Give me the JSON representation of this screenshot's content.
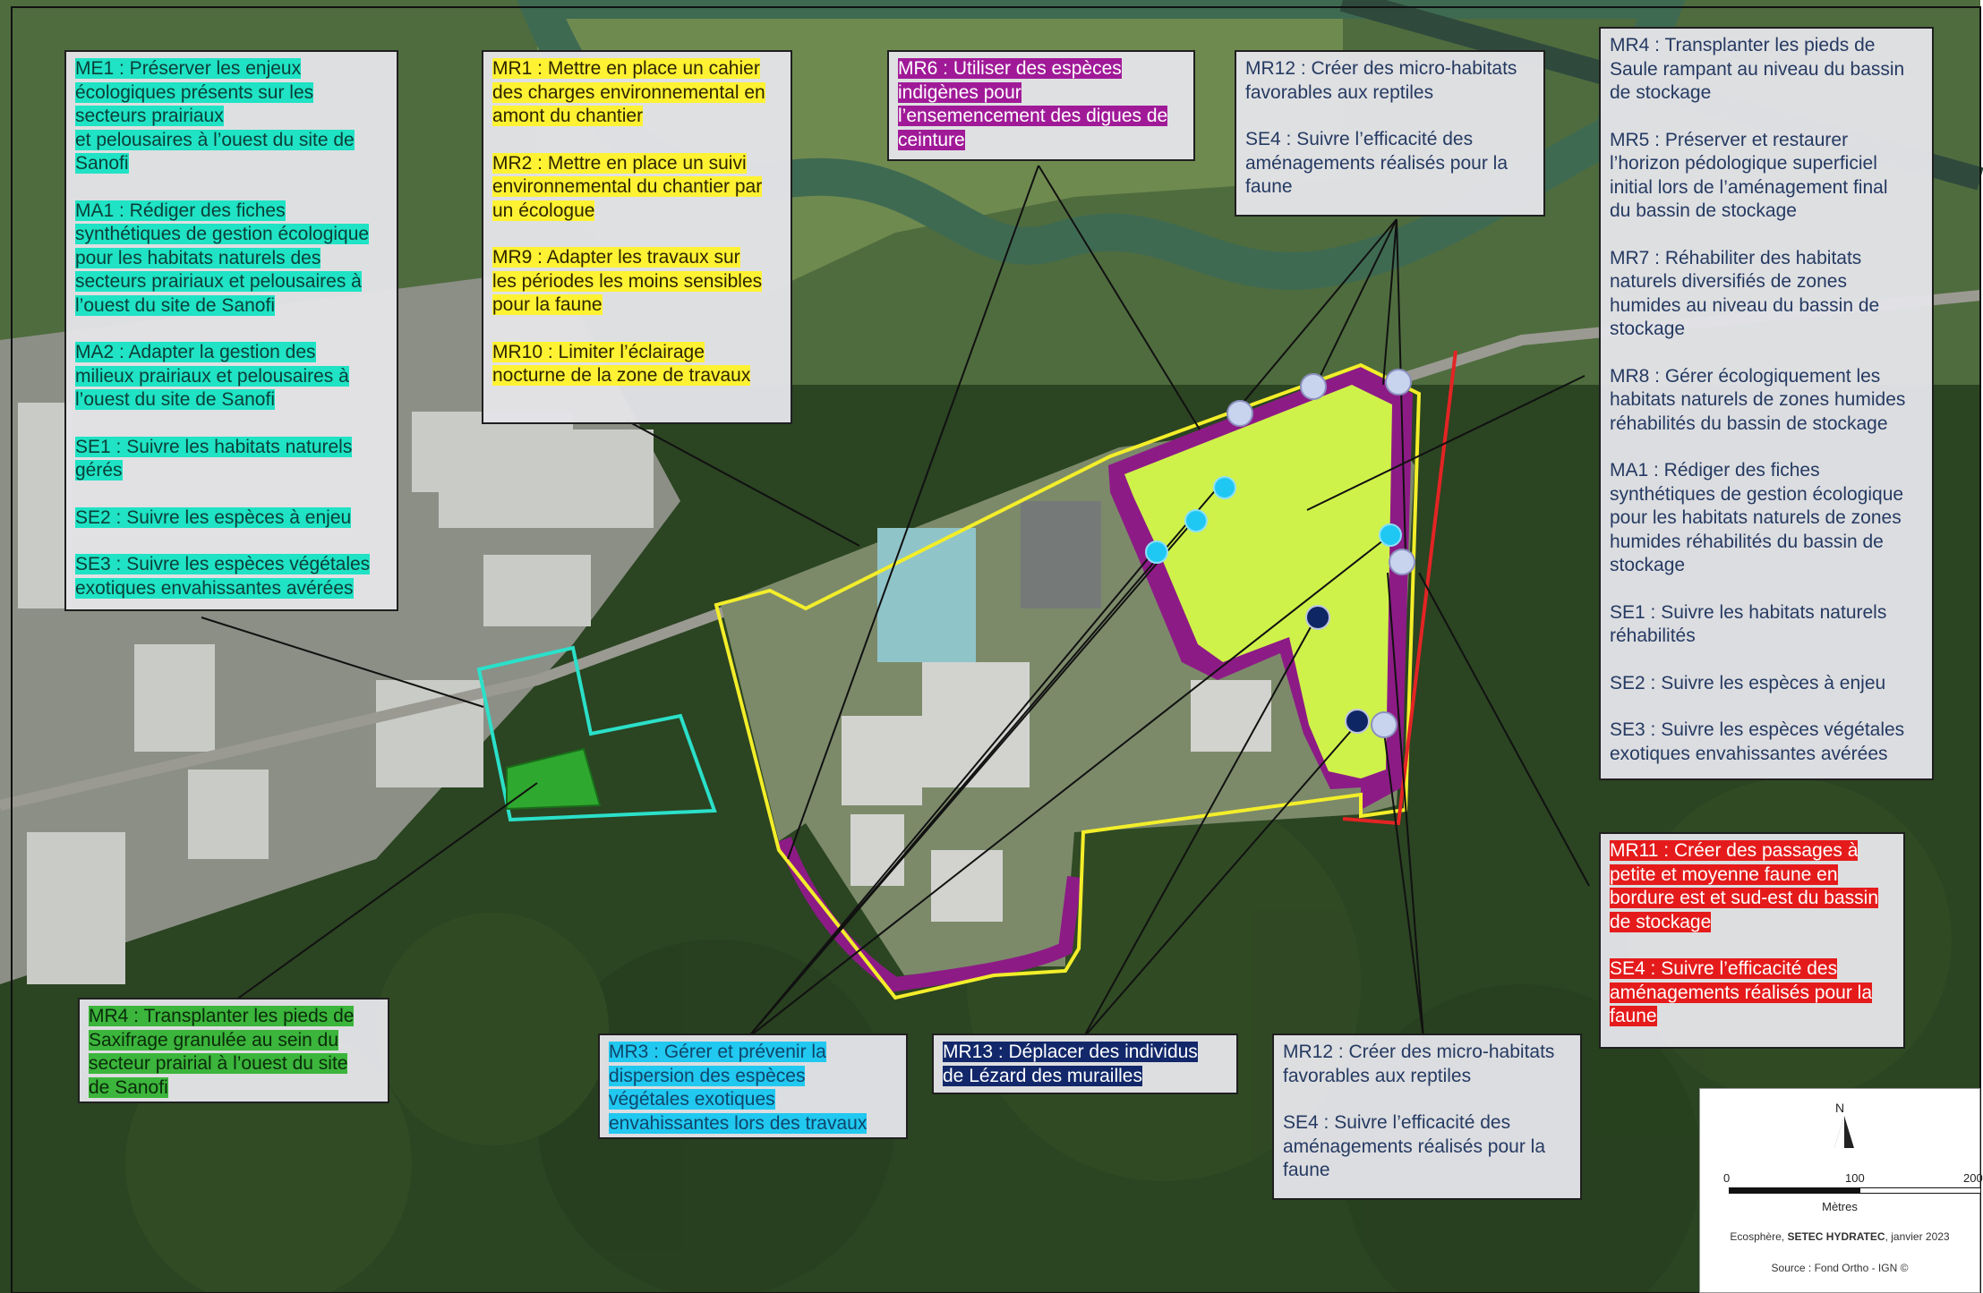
{
  "colors": {
    "water": "#3f6a52",
    "forest": "#1e3a16",
    "yellow_outline": "#f3ee2a",
    "purple_band": "#8d1b86",
    "lime_area": "#cff24a",
    "teal_outline": "#2be0c9",
    "green_patch": "#2fa82f",
    "red_line": "#e32424",
    "point_light": "#c8d4ee",
    "point_cyan": "#1fc8f2",
    "point_navy": "#0f2664"
  },
  "boxes": {
    "teal_box": [
      "ME1 : Préserver les enjeux\nécologiques présents sur les\nsecteurs prairiaux\net pelousaires à l’ouest du site de\nSanofi",
      "MA1 : Rédiger des fiches\nsynthétiques de gestion écologique\npour les habitats naturels des\nsecteurs prairiaux et pelousaires à\nl’ouest du site de Sanofi",
      "MA2 : Adapter la gestion des\nmilieux prairiaux et pelousaires à\nl’ouest du site de Sanofi",
      "SE1 : Suivre les habitats naturels\ngérés",
      "SE2 : Suivre les espèces à enjeu",
      "SE3 : Suivre les espèces végétales\nexotiques envahissantes avérées"
    ],
    "yellow_box": [
      "MR1 : Mettre en place un cahier\ndes charges environnemental en\namont du chantier",
      "MR2 : Mettre en place un suivi\nenvironnemental du chantier par\nun écologue",
      "MR9 : Adapter les travaux sur\nles périodes les moins sensibles\npour la faune",
      "MR10 : Limiter l’éclairage\nnocturne de la zone de travaux"
    ],
    "purple_box": [
      "MR6 : Utiliser des espèces\nindigènes pour\nl’ensemencement des digues de\nceinture"
    ],
    "reptile_top_box": [
      "MR12 : Créer des micro-habitats\nfavorables aux reptiles",
      "SE4 : Suivre l’efficacité des\naménagements réalisés pour la\nfaune"
    ],
    "right_box": [
      "MR4 : Transplanter les pieds de\nSaule rampant au niveau du bassin\nde stockage",
      "MR5 : Préserver et restaurer\nl’horizon pédologique superficiel\ninitial lors de l’aménagement final\ndu bassin de stockage",
      "MR7 : Réhabiliter des habitats\nnaturels diversifiés de zones\nhumides au niveau du bassin de\nstockage",
      "MR8 : Gérer écologiquement les\nhabitats naturels de zones humides\nréhabilités du bassin de stockage",
      "MA1 : Rédiger des fiches\nsynthétiques de gestion écologique\npour les habitats naturels de zones\nhumides réhabilités du bassin de\nstockage",
      "SE1 : Suivre les habitats naturels\nréhabilités",
      "SE2 : Suivre les espèces à enjeu",
      "SE3 : Suivre les espèces végétales\nexotiques envahissantes avérées"
    ],
    "red_box": [
      "MR11 : Créer des passages à\npetite et moyenne faune en\nbordure est et sud-est du bassin\nde stockage",
      "SE4 : Suivre l’efficacité des\naménagements réalisés pour la\nfaune"
    ],
    "green_box": [
      "MR4 : Transplanter les pieds de\nSaxifrage granulée au sein du\nsecteur prairial à l’ouest du site\nde Sanofi"
    ],
    "cyan_box": [
      "MR3 : Gérer et prévenir la\ndispersion des espèces\nvégétales exotiques\nenvahissantes lors des travaux"
    ],
    "navy_box": [
      "MR13 : Déplacer des individus\nde Lézard des murailles"
    ],
    "reptile_bottom_box": [
      "MR12 : Créer des micro-habitats\nfavorables aux reptiles",
      "SE4 : Suivre l’efficacité des\naménagements réalisés pour la\nfaune"
    ]
  },
  "legend": {
    "north": "N",
    "scale_ticks": [
      "0",
      "100",
      "200"
    ],
    "unit": "Mètres",
    "credit_a": "Ecosphère, ",
    "credit_b": "SETEC HYDRATEC",
    "credit_c": ", janvier 2023",
    "source": "Source : Fond Ortho - IGN ©"
  }
}
